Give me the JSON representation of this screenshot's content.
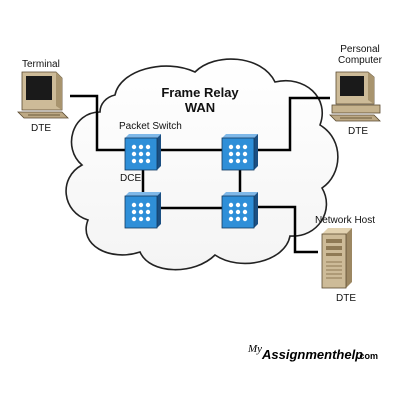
{
  "diagram": {
    "title_line1": "Frame Relay",
    "title_line2": "WAN",
    "terminal": {
      "name": "Terminal",
      "role": "DTE"
    },
    "personal_computer": {
      "name_line1": "Personal",
      "name_line2": "Computer",
      "role": "DTE"
    },
    "network_host": {
      "name": "Network Host",
      "role": "DTE"
    },
    "packet_switch_label": "Packet Switch",
    "dce_label": "DCE"
  },
  "watermark": {
    "prefix": "My",
    "main": "Assignmenthelp",
    "suffix": ".com"
  },
  "colors": {
    "switch_face": "#2f8fd8",
    "switch_side": "#1b4f82",
    "cloud_fill": "#ffffff",
    "cloud_stroke": "#222222",
    "line": "#000000"
  }
}
